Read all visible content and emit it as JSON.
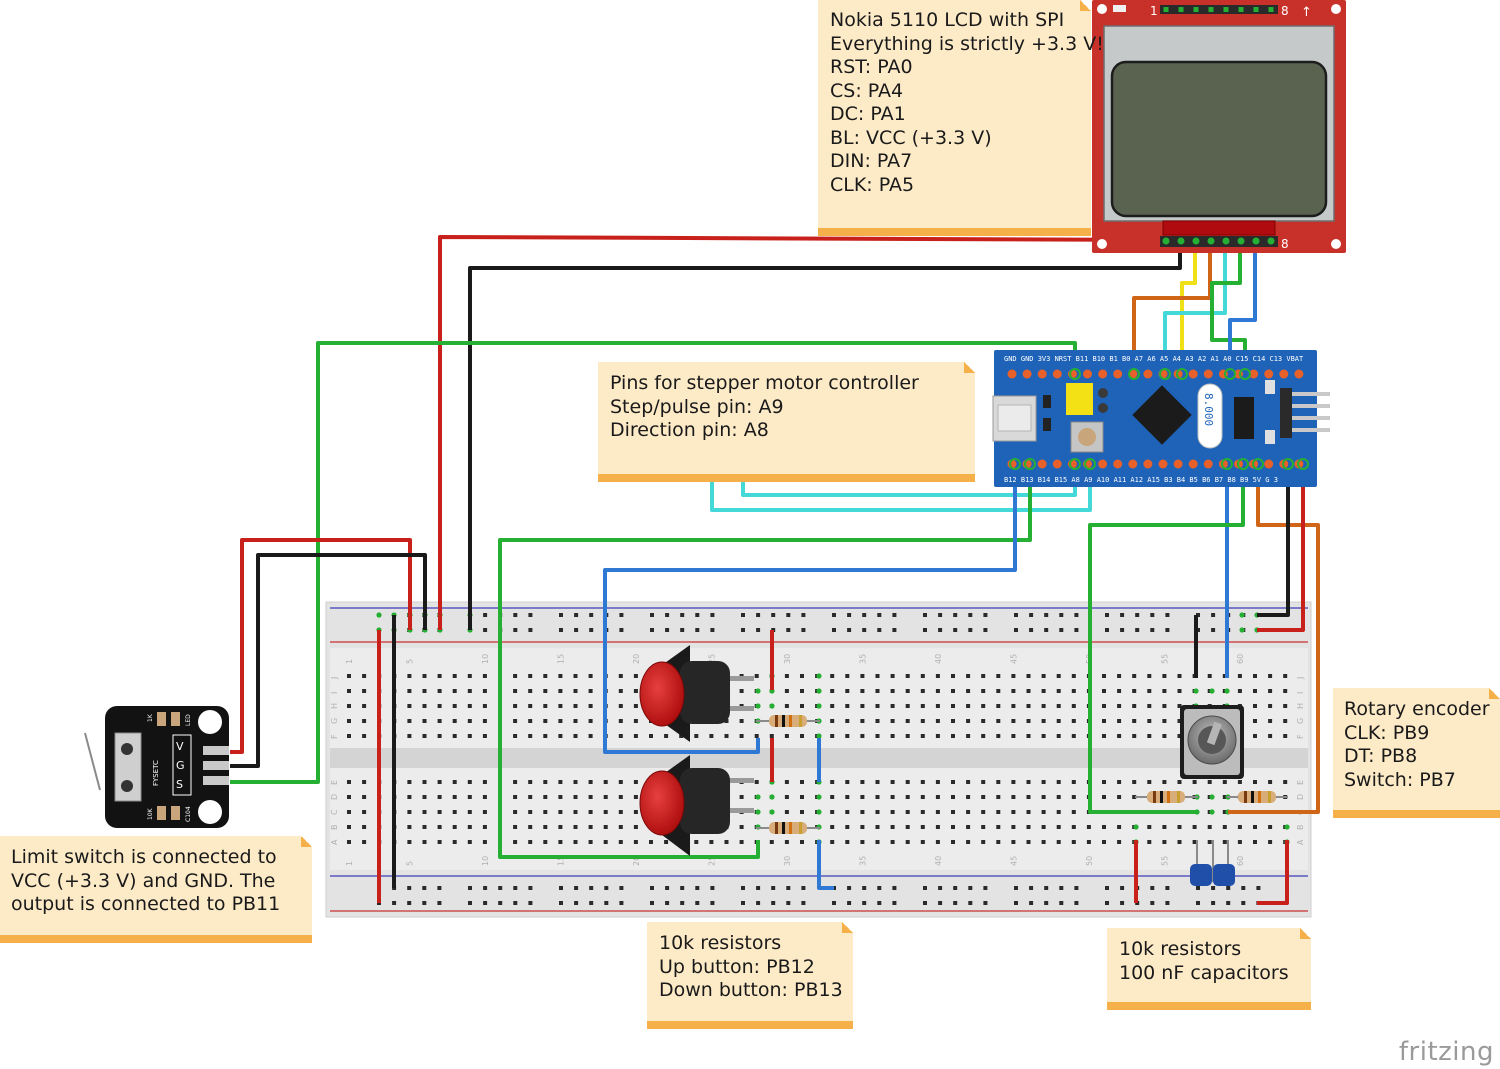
{
  "notes": {
    "lcd": {
      "lines": [
        "Nokia 5110 LCD with SPI",
        "Everything is strictly +3.3 V!",
        "RST: PA0",
        "CS: PA4",
        "DC: PA1",
        "BL: VCC (+3.3 V)",
        "DIN: PA7",
        "CLK: PA5"
      ]
    },
    "stepper": {
      "lines": [
        "Pins for stepper motor controller",
        "Step/pulse pin: A9",
        "Direction pin: A8"
      ]
    },
    "limit": {
      "lines": [
        "Limit switch is connected to",
        "VCC (+3.3 V) and GND. The",
        "output is connected to PB11"
      ]
    },
    "buttons": {
      "lines": [
        "10k resistors",
        "Up button: PB12",
        "Down button: PB13"
      ]
    },
    "encoder": {
      "lines": [
        "Rotary encoder",
        "CLK: PB9",
        "DT: PB8",
        "Switch: PB7"
      ]
    },
    "filter": {
      "lines": [
        "10k resistors",
        "100 nF capacitors"
      ]
    }
  },
  "lcd_module": {
    "pin_first": "1",
    "pin_last": "8",
    "pin_last_bottom": "8"
  },
  "mcu": {
    "top_labels": "GND GND 3V3 NRST B11 B10 B1 B0 A7 A6 A5 A4 A3 A2 A1 A0 C15 C14 C13 VBAT",
    "bottom_labels": "B12 B13 B14 B15 A8 A9 A10 A11 A12 A15 B3 B4 B5 B6 B7 B8 B9 5V G 3",
    "crystal_label": "8.000"
  },
  "limit_switch_module": {
    "brand": "FYSETC",
    "r1": "1K",
    "r2": "10K",
    "led": "LED",
    "cap": "C104",
    "pins": [
      "V",
      "G",
      "S"
    ]
  },
  "breadboard": {
    "column_numbers": [
      "1",
      "5",
      "10",
      "15",
      "20",
      "25",
      "30",
      "35",
      "40",
      "45",
      "50",
      "55",
      "60"
    ],
    "row_letters_top": [
      "J",
      "I",
      "H",
      "G",
      "F"
    ],
    "row_letters_bottom": [
      "E",
      "D",
      "C",
      "B",
      "A"
    ]
  },
  "logo": "fritzing",
  "colors": {
    "wire_red": "#c8201a",
    "wire_black": "#1a1a1a",
    "wire_green": "#25b033",
    "wire_blue": "#2f78d4",
    "wire_cyan": "#45d8d8",
    "wire_yellow": "#f0e018",
    "wire_orange": "#d06518",
    "note_bg": "#fdebc8",
    "note_border": "#f5b04a",
    "lcd_pcb": "#c8302a",
    "lcd_screen": "#5a6350",
    "mcu_pcb": "#1e63b8"
  }
}
